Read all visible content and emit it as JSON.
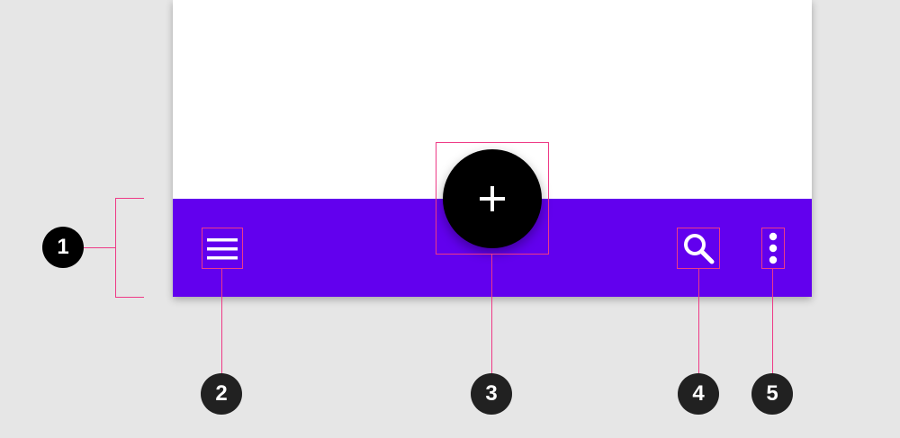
{
  "app_bar": {
    "color": "#6200ee",
    "surface_color": "#ffffff",
    "fab_color": "#000000",
    "icons": [
      "menu-icon",
      "add-icon",
      "search-icon",
      "more-vert-icon"
    ]
  },
  "annotations": {
    "highlight_color": "#ee3a86",
    "callouts": [
      {
        "number": "1",
        "target": "app-bar-container"
      },
      {
        "number": "2",
        "target": "navigation-menu-icon"
      },
      {
        "number": "3",
        "target": "floating-action-button"
      },
      {
        "number": "4",
        "target": "search-icon"
      },
      {
        "number": "5",
        "target": "overflow-menu-icon"
      }
    ]
  }
}
